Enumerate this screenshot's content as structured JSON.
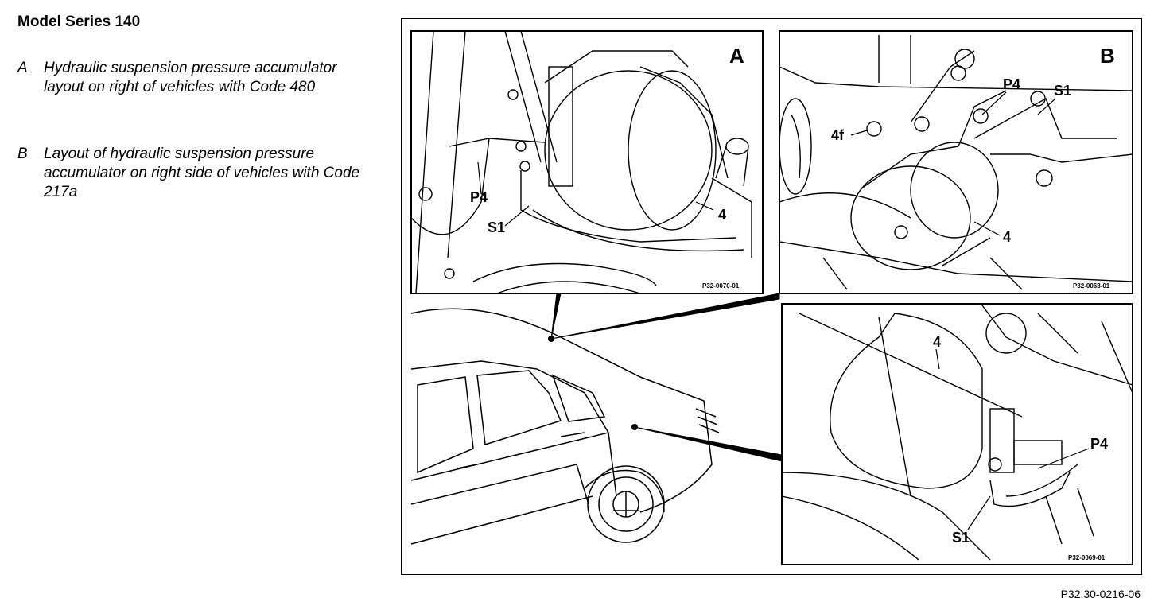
{
  "heading": "Model Series 140",
  "legend": [
    {
      "key": "A",
      "text": "Hydraulic suspension pressure accumulator layout on right of vehicles with Code 480"
    },
    {
      "key": "B",
      "text": "Layout of hydraulic suspension pressure accumulator on right side of vehicles with Code 217a"
    }
  ],
  "panels": {
    "a": {
      "letter": "A",
      "labels": {
        "p4": "P4",
        "s1": "S1",
        "part4": "4"
      },
      "code": "P32-0070-01"
    },
    "b": {
      "letter": "B",
      "labels": {
        "p4": "P4",
        "s1": "S1",
        "part4": "4",
        "part4f": "4f"
      },
      "code": "P32-0068-01"
    },
    "c": {
      "labels": {
        "p4": "P4",
        "s1": "S1",
        "part4": "4"
      },
      "code": "P32-0069-01"
    }
  },
  "figure_code": "P32.30-0216-06"
}
